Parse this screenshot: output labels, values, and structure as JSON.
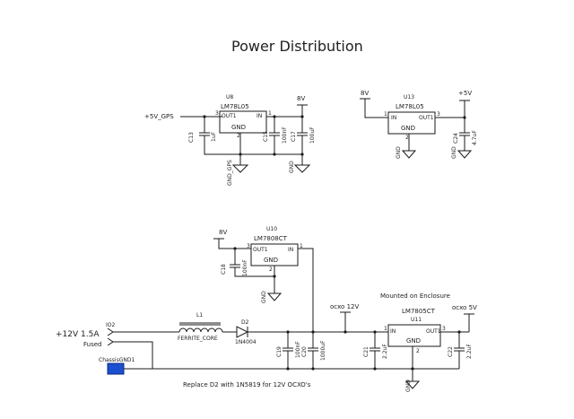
{
  "title": "Power Distribution",
  "regulators": [
    {
      "ref": "U8",
      "part": "LM78L05",
      "pin_in": "IN",
      "pin_out": "OUT1",
      "pin_gnd": "GND"
    },
    {
      "ref": "U13",
      "part": "LM78L05",
      "pin_in": "IN",
      "pin_out": "OUT1",
      "pin_gnd": "GND"
    },
    {
      "ref": "U10",
      "part": "LM7808CT",
      "pin_in": "IN",
      "pin_out": "OUT1",
      "pin_gnd": "GND"
    },
    {
      "ref": "U11",
      "part": "LM7805CT",
      "pin_in": "IN",
      "pin_out": "OUT1",
      "pin_gnd": "GND"
    }
  ],
  "pin_numbers": {
    "one": "1",
    "two": "2",
    "three": "3"
  },
  "nets": {
    "v5_gps": "+5V_GPS",
    "v8": "8V",
    "v5": "+5V",
    "gnd": "GND",
    "gnd_gps": "GND_GPS",
    "ocxo_12": "ocxo 12V",
    "ocxo_5": "ocxo 5V"
  },
  "capacitors": [
    {
      "ref": "C13",
      "value": "1uF"
    },
    {
      "ref": "C15",
      "value": "100nF"
    },
    {
      "ref": "C17",
      "value": "100uF"
    },
    {
      "ref": "C24",
      "value": "4.7uF"
    },
    {
      "ref": "C18",
      "value": "100nF"
    },
    {
      "ref": "C19",
      "value": "100nF"
    },
    {
      "ref": "C20",
      "value": "1000uF"
    },
    {
      "ref": "C21",
      "value": "2.2uF"
    },
    {
      "ref": "C22",
      "value": "2.2uF"
    }
  ],
  "inductor": {
    "ref": "L1",
    "value": "FERRITE_CORE"
  },
  "diode": {
    "ref": "D2",
    "value": "1N4004"
  },
  "connector": {
    "ref": "IO2",
    "label": "+12V  1.5A",
    "sublabel": "Fused"
  },
  "chassis": "ChassisGND1",
  "notes": {
    "enclosure": "Mounted on Enclosure",
    "replace": "Replace D2 with 1N5819 for 12V OCXO's"
  }
}
